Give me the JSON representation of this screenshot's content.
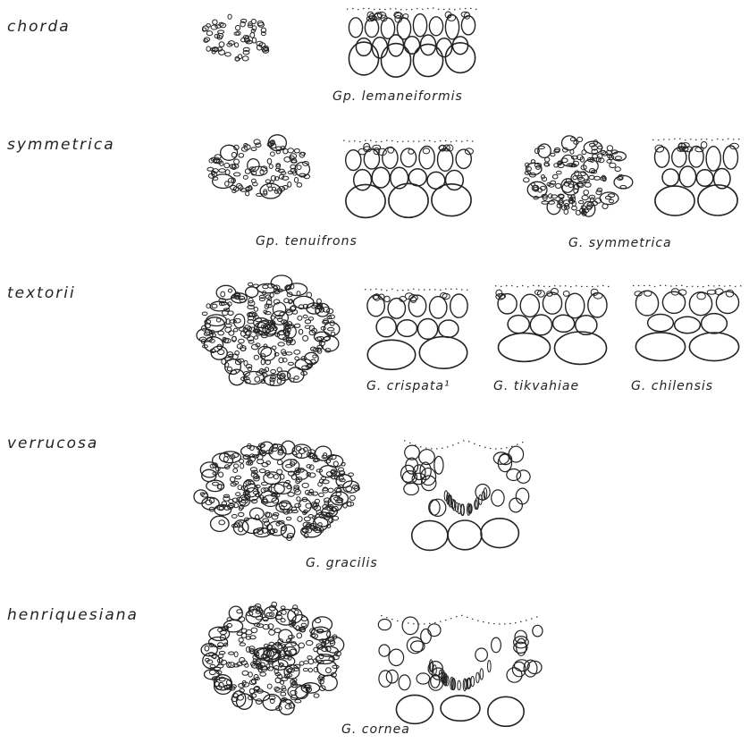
{
  "groups": [
    {
      "label": "chorda"
    },
    {
      "label": "symmetrica"
    },
    {
      "label": "textorii"
    },
    {
      "label": "verrucosa"
    },
    {
      "label": "henriquesiana"
    }
  ],
  "species": [
    {
      "label": "Gp.  lemaneiformis"
    },
    {
      "label": "Gp.  tenuifrons"
    },
    {
      "label": "G.  symmetrica"
    },
    {
      "label": "G.  crispata¹"
    },
    {
      "label": "G.  tikvahiae"
    },
    {
      "label": "G.  chilensis"
    },
    {
      "label": "G.  gracilis"
    },
    {
      "label": "G.  cornea"
    }
  ]
}
